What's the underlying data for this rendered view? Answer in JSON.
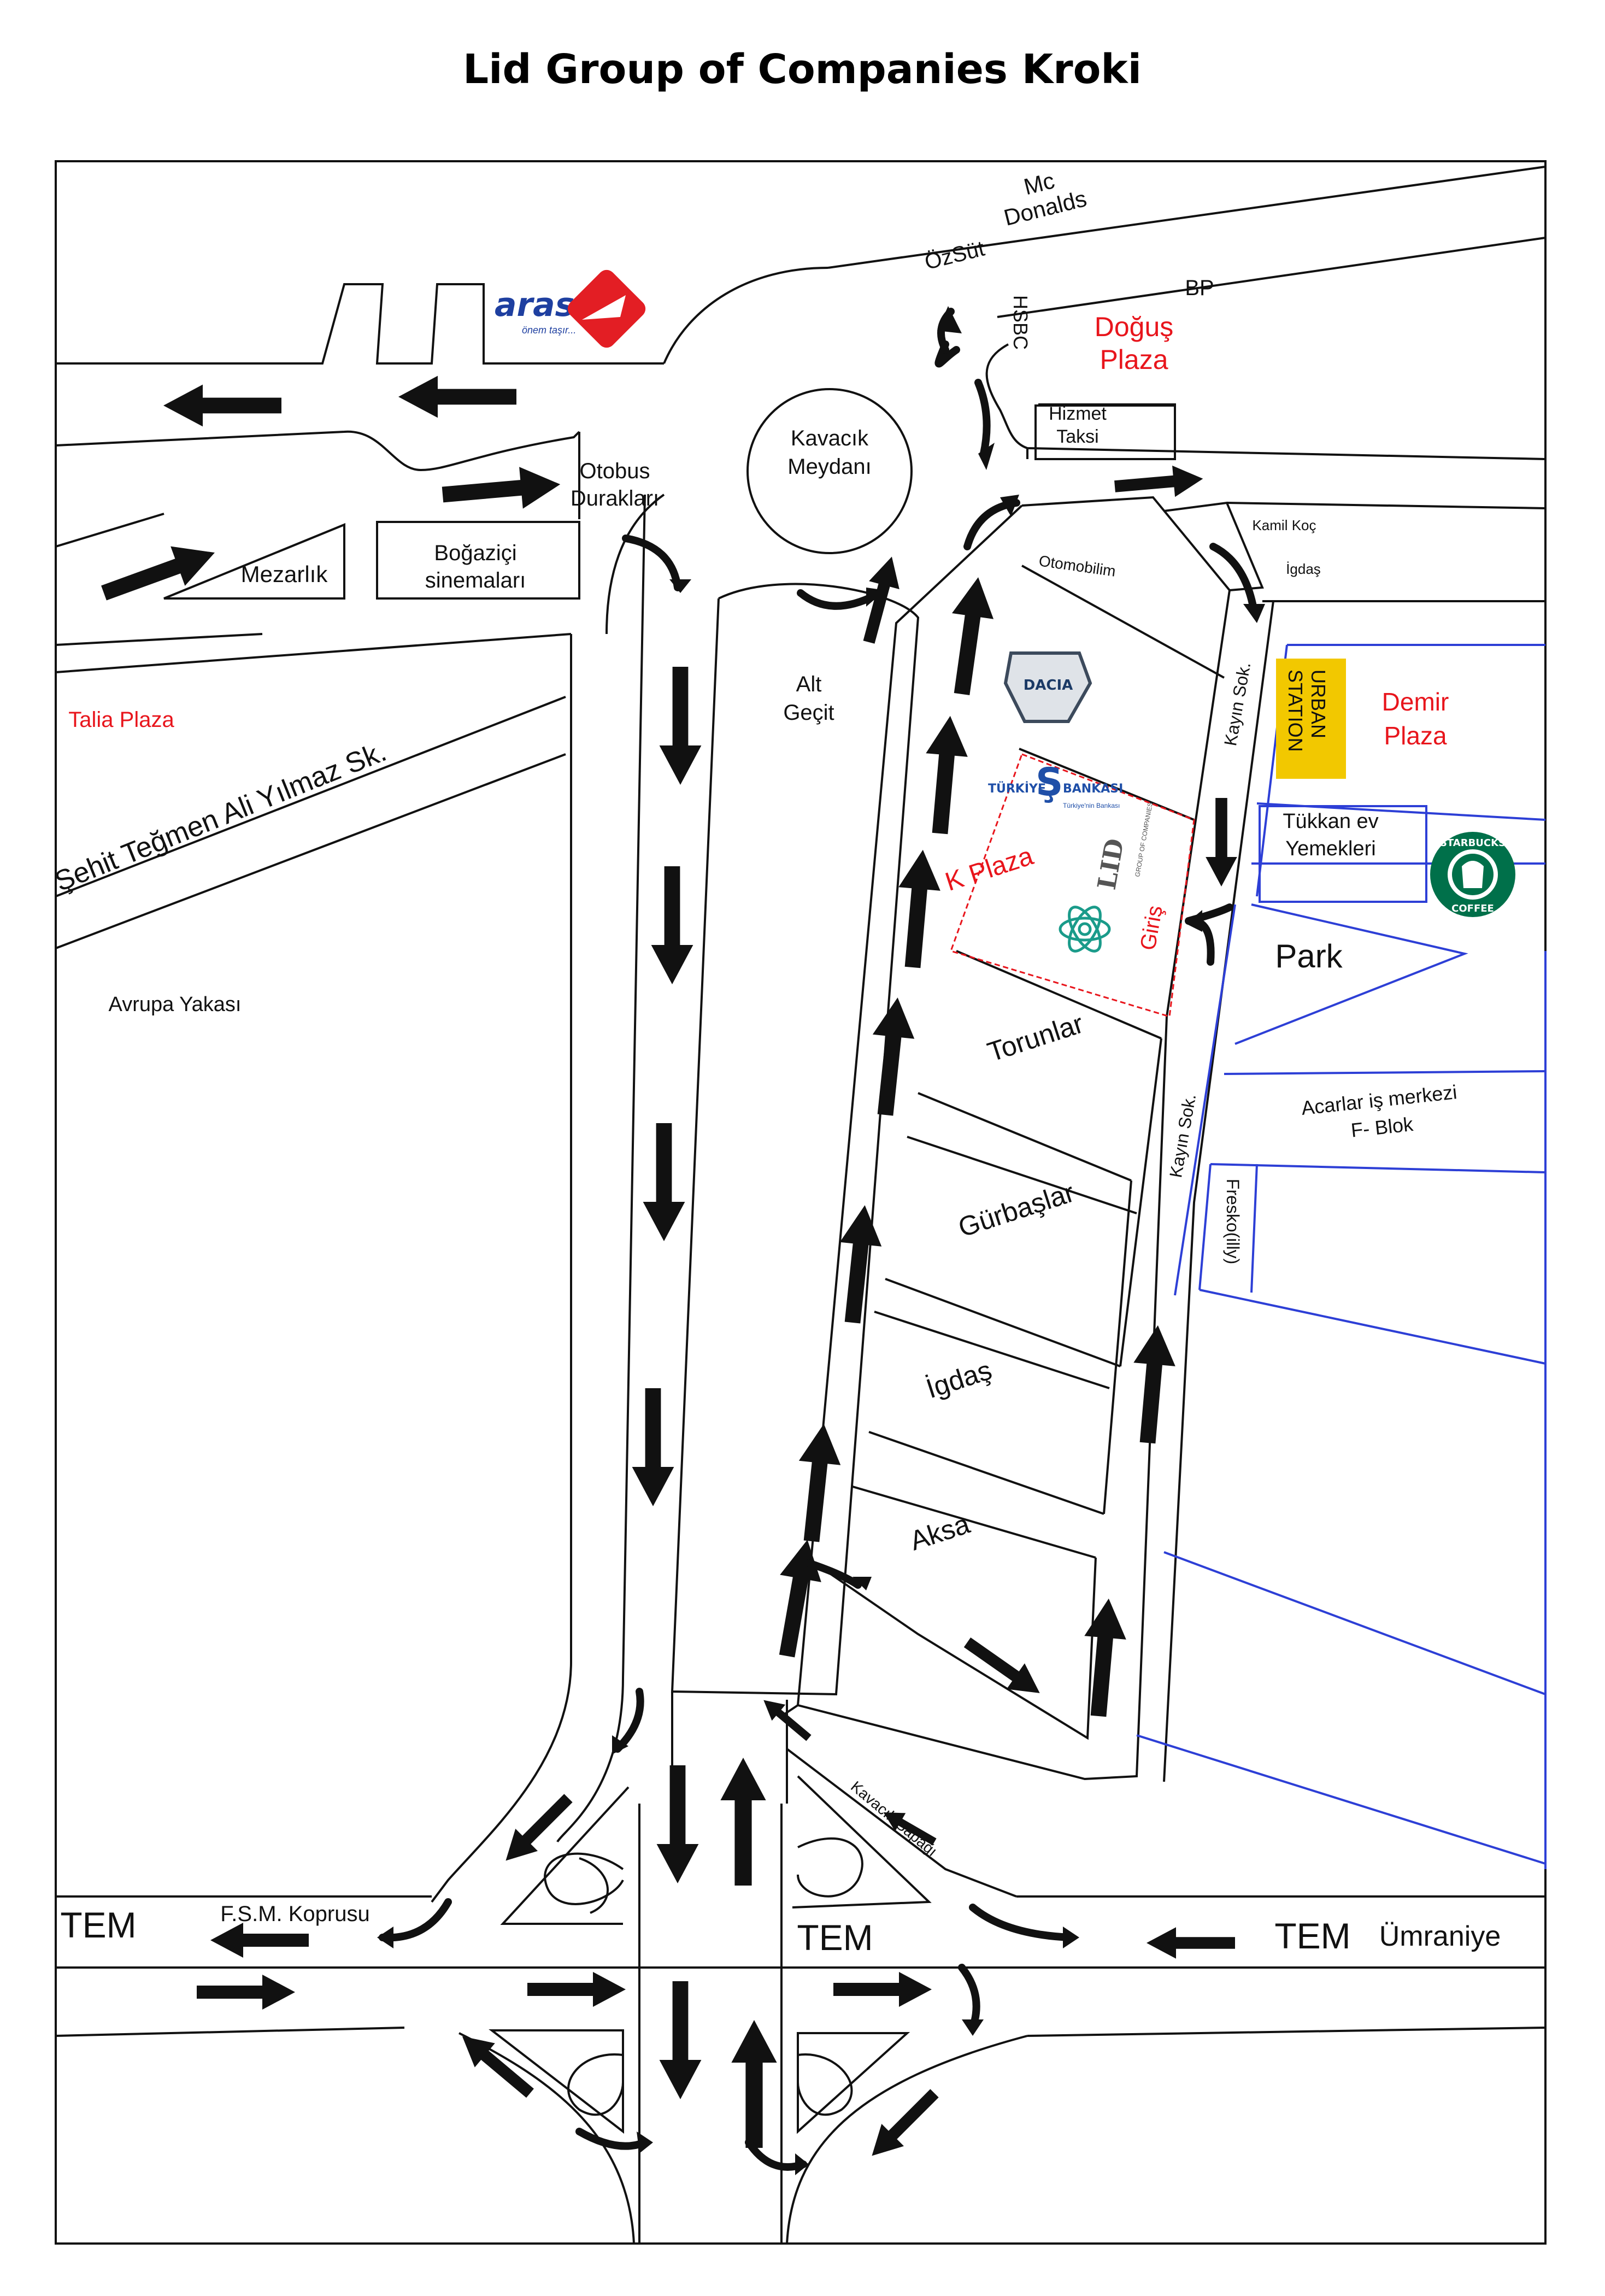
{
  "title": "Lid Group of Companies Kroki",
  "colors": {
    "road_line": "#111111",
    "plaza_red": "#e8151c",
    "block_blue": "#2d3fd6",
    "urban_yellow": "#f2c800",
    "starbucks_green": "#00704a",
    "aras_red": "#e31e24",
    "aras_blue": "#1e3fa0",
    "isbank_blue": "#1f4fa8"
  },
  "labels": {
    "mcdonalds": "Mc\nDonalds",
    "ozsut": "ÖzSüt",
    "bp": "BP",
    "hsbc": "HSBC",
    "dogus_plaza": "Doğuş\nPlaza",
    "hizmet_taksi": "Hizmet\nTaksi",
    "kavacik_meydani": "Kavacık\nMeydanı",
    "otobus_duraklari": "Otobus\nDurakları",
    "mezarlik": "Mezarlık",
    "bogazici_sinemalari": "Boğaziçi\nsinemaları",
    "talia_plaza": "Talia Plaza",
    "sehit_sk": "Şehit Teğmen Ali Yılmaz Sk.",
    "avrupa_yakasi": "Avrupa Yakası",
    "alt_gecit": "Alt\nGeçit",
    "otomobilim": "Otomobilim",
    "kamil_koc": "Kamil Koç",
    "igdas_small": "İgdaş",
    "kayin_sok_1": "Kayın Sok.",
    "kayin_sok_2": "Kayın Sok.",
    "urban_station": "URBAN\nSTATION",
    "demir_plaza": "Demir\nPlaza",
    "tukkan": "Tükkan ev\nYemekleri",
    "k_plaza": "K Plaza",
    "giris": "Giriş",
    "park": "Park",
    "torunlar": "Torunlar",
    "acarlar": "Acarlar iş merkezi\nF- Blok",
    "fresko": "Fresko(illy)",
    "gurbaslar": "Gürbaşlar",
    "igdas": "İgdaş",
    "aksa": "Aksa",
    "tem_left": "TEM",
    "fsm": "F.S.M. Koprusu",
    "tem_center": "TEM",
    "tem_right": "TEM",
    "umraniye": "Ümraniye",
    "kavacik_sapagi": "Kavacık Sapağı"
  },
  "logos": {
    "aras_text": "aras",
    "aras_tagline": "önem taşır...",
    "dacia": "DACIA",
    "isbank_left": "TÜRKİYE",
    "isbank_right": "BANKASI",
    "isbank_tagline": "Türkiye'nin Bankası",
    "lid": "LID",
    "lid_sub": "GROUP OF COMPANIES",
    "starbucks_top": "STARBUCKS",
    "starbucks_bottom": "COFFEE"
  }
}
